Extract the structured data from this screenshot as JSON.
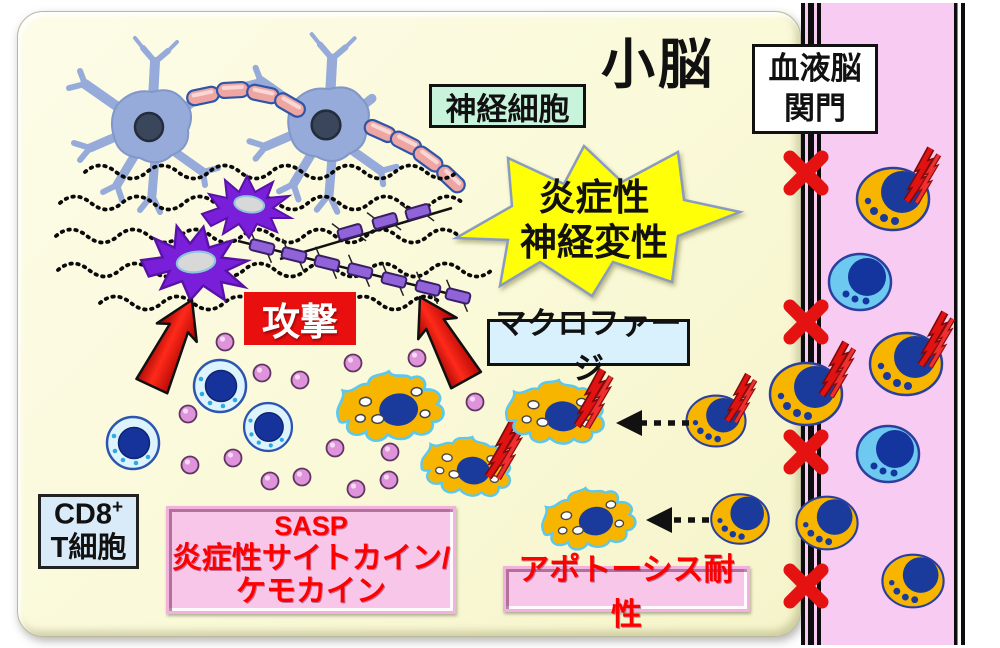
{
  "region_title": "小脳",
  "labels": {
    "bbb": {
      "line1": "血液脳",
      "line2": "関門"
    },
    "neuron": "神経細胞",
    "inflammation": {
      "line1": "炎症性",
      "line2": "神経変性"
    },
    "attack": "攻撃",
    "macrophage": "マクロファージ",
    "cd8": {
      "base": "CD8",
      "sup": "+",
      "line2": "T細胞"
    },
    "sasp": {
      "line1": "SASP",
      "line2": "炎症性サイトカイン/",
      "line3": "ケモカイン"
    },
    "apoptosis": "アポトーシス耐性"
  },
  "colors": {
    "panel_bg": "#FAF9D8",
    "vessel_pink": "#F8CBF2",
    "barrier_black": "#0d0d0d",
    "starburst_yellow": "#FFFF07",
    "attack_red": "#E90F0F",
    "neuron_label_green": "#C7F4DB",
    "macrophage_label_blue": "#D9F1FC",
    "cd8_label_blue": "#D9EAF8",
    "sasp_box_pink": "#F7C6E8",
    "sasp_text_red": "#FF0000",
    "monocyte_orange": "#F7B500",
    "nucleus_navy": "#1B3B9C",
    "tcell_blue": "#DDF4FD",
    "bluecell_sky": "#6EC9F0",
    "microglia_purple": "#7A1FD9",
    "neuron_body_blue": "#96ABD9",
    "myelin_pink": "#EFA6A3",
    "cytokine_pink": "#DE93DA",
    "blocked_x_red": "#E51212"
  }
}
